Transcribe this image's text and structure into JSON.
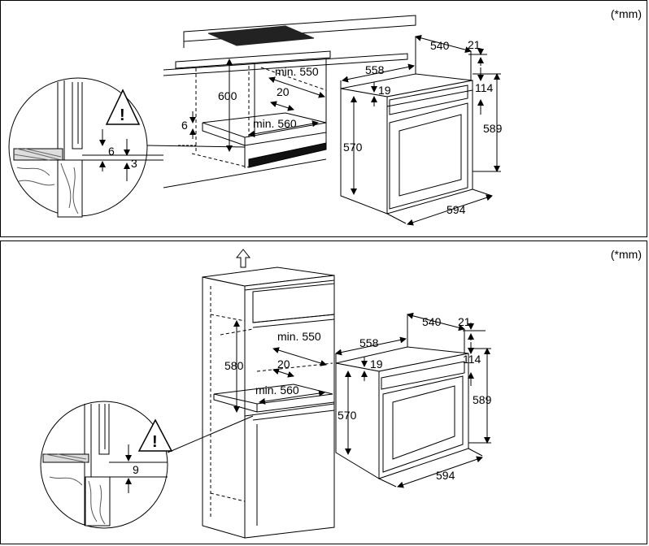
{
  "unit_note": "(*mm)",
  "top": {
    "dims": {
      "cutout_height": "600",
      "cutout_depth": "min. 550",
      "cutout_width": "min. 560",
      "gap_20": "20",
      "gap_6": "6",
      "detail_6": "6",
      "detail_3": "3",
      "depth_558": "558",
      "depth_540": "540",
      "front_21": "21",
      "top_19": "19",
      "panel_114": "114",
      "height_570": "570",
      "height_589": "589",
      "width_594": "594"
    }
  },
  "bottom": {
    "dims": {
      "cutout_height": "580",
      "cutout_depth": "min. 550",
      "cutout_width": "min. 560",
      "gap_20": "20",
      "detail_9": "9",
      "depth_558": "558",
      "depth_540": "540",
      "front_21": "21",
      "top_19": "19",
      "panel_114": "114",
      "height_570": "570",
      "height_589": "589",
      "width_594": "594"
    }
  }
}
